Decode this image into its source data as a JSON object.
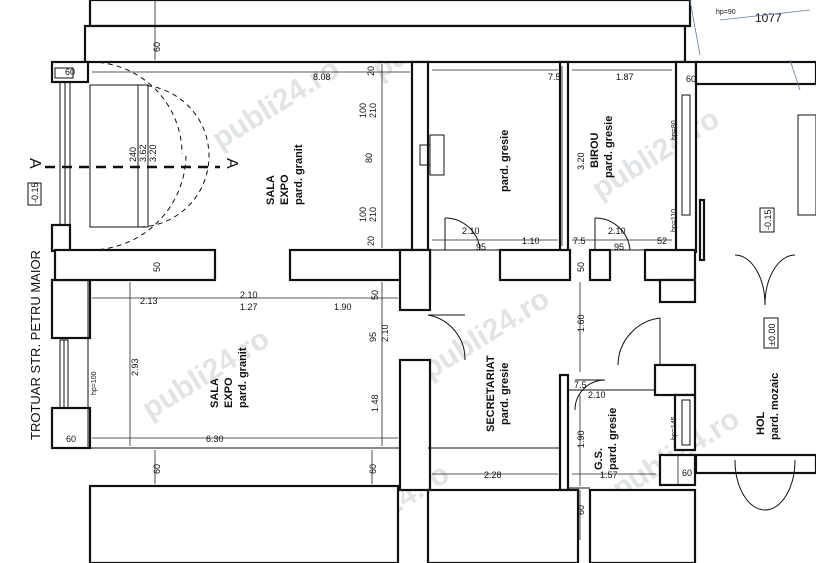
{
  "street_label": "TROTUAR STR. PETRU MAIOR",
  "rooms": {
    "sala_expo_top": [
      "SALA",
      "EXPO",
      "pard. granit"
    ],
    "sala_expo_bottom": [
      "SALA",
      "EXPO",
      "pard. granit"
    ],
    "gresie_room": "pard. gresie",
    "birou": [
      "BIROU",
      "pard. gresie"
    ],
    "secretariat": [
      "SECRETARIAT",
      "pard. gresie"
    ],
    "gs": [
      "G.S.",
      "pard. gresie"
    ],
    "hol": [
      "HOL",
      "pard. mozaic"
    ]
  },
  "levels": {
    "left": "-0.15",
    "right": "-0.15",
    "hol": "±0.00"
  },
  "section_marker": "A",
  "sill_labels": {
    "window_left": "hp=100",
    "birou_top": "hp=80",
    "birou_mid": "hp=110",
    "gs": "hp=145",
    "top_right": "hp=90"
  },
  "dimensions": {
    "d60_top": "60",
    "d60_left": "60",
    "d808": "8.08",
    "d20_a": "20",
    "d100": "100",
    "d210_a": "210",
    "d80": "80",
    "d100_b": "100",
    "d210_b": "210",
    "d20_b": "20",
    "d240": "240",
    "d362": "3.62",
    "d320_a": "3.20",
    "d75_a": "7.5",
    "d187": "1.87",
    "d320_b": "3.20",
    "d60_birou": "60",
    "d210_c": "2.10",
    "d95_a": "95",
    "d110": "1.10",
    "d75_b": "7.5",
    "d210_d": "2.10",
    "d95_b": "95",
    "d52": "52",
    "d50_a": "50",
    "d50_b": "50",
    "d213": "2.13",
    "d210_e": "2.10",
    "d127": "1.27",
    "d190": "1.90",
    "d50_c": "50",
    "d95_c": "95",
    "d210_f": "2.10",
    "d160": "1.60",
    "d293": "2.93",
    "d148": "1.48",
    "d75_c": "7.5",
    "d210_g": "2.10",
    "d190_b": "1.90",
    "d60_b1": "60",
    "d630": "6.30",
    "d60_b2": "60",
    "d60_b3": "60",
    "d228": "2.28",
    "d157": "1.57",
    "d60_b4": "60",
    "d60_b5": "60"
  },
  "watermark": "publi24.ro",
  "corner_note": "1077"
}
